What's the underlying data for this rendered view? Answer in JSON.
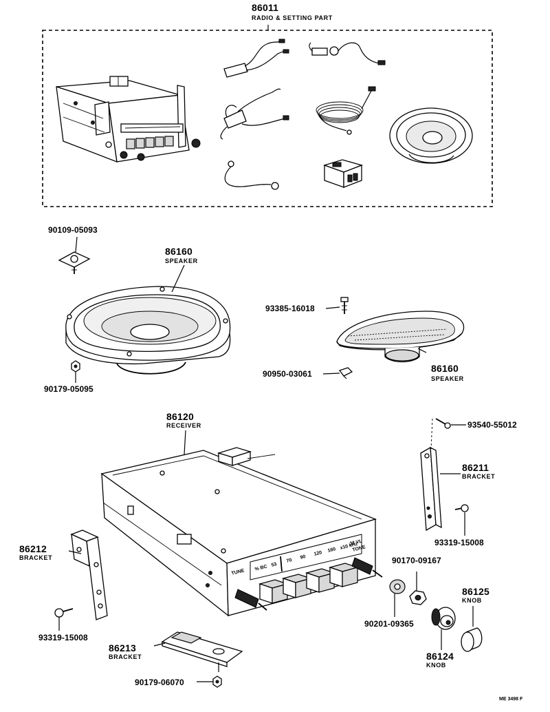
{
  "set": {
    "number": "86011",
    "name": "RADIO & SETTING PART"
  },
  "speaker_left": {
    "number": "86160",
    "name": "SPEAKER"
  },
  "speaker_right": {
    "number": "86160",
    "name": "SPEAKER"
  },
  "receiver": {
    "number": "86120",
    "name": "RECEIVER"
  },
  "bracket_86211": {
    "number": "86211",
    "name": "BRACKET"
  },
  "bracket_86212": {
    "number": "86212",
    "name": "BRACKET"
  },
  "bracket_86213": {
    "number": "86213",
    "name": "BRACKET"
  },
  "knob_86125": {
    "number": "86125",
    "name": "KNOB"
  },
  "knob_86124": {
    "number": "86124",
    "name": "KNOB"
  },
  "hardware": {
    "p90109_05093": "90109-05093",
    "p90179_05095": "90179-05095",
    "p93385_16018": "93385-16018",
    "p90950_03061": "90950-03061",
    "p93540_55012": "93540-55012",
    "p93319_15008_right": "93319-15008",
    "p90170_09167": "90170-09167",
    "p90201_09365": "90201-09365",
    "p93319_15008_left": "93319-15008",
    "p90179_06070": "90179-06070"
  },
  "dial": {
    "tune": "TUNE",
    "scale": [
      "% BC",
      "53",
      "70",
      "90",
      "120",
      "160",
      "x10 kHz"
    ],
    "vol": "3ℓ VL",
    "tone": "TONE"
  },
  "catalog_ref": "ME 3498 F"
}
